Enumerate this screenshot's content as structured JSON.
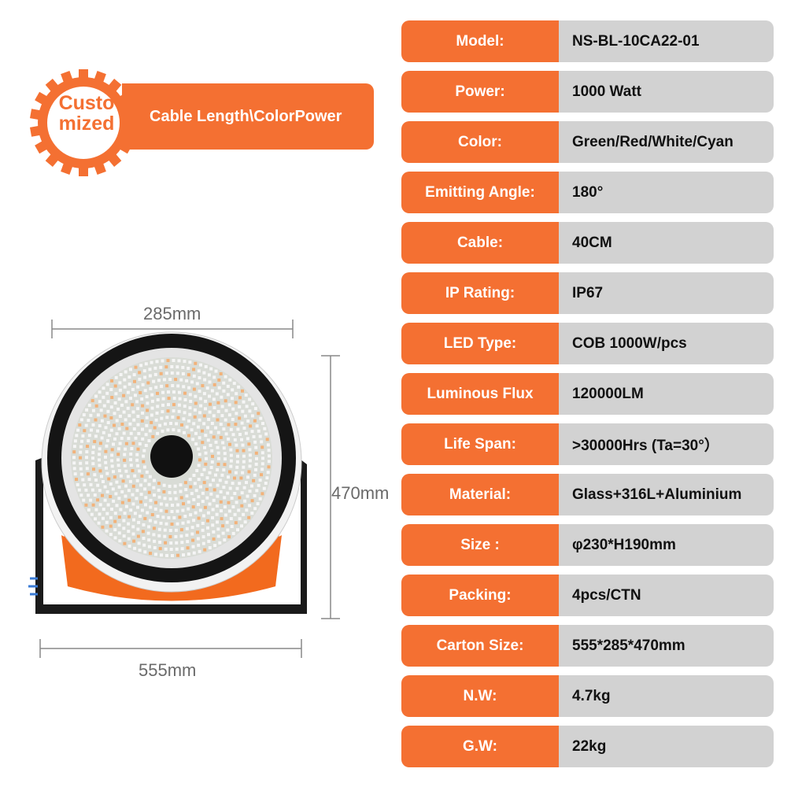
{
  "badge": {
    "line1": "Custo",
    "line2": "mized",
    "banner": "Cable Length\\ColorPower"
  },
  "dimensions": {
    "depth": "285mm",
    "height": "470mm",
    "width": "555mm"
  },
  "specs": [
    {
      "label": "Model:",
      "value": "NS-BL-10CA22-01"
    },
    {
      "label": "Power:",
      "value": "1000 Watt"
    },
    {
      "label": "Color:",
      "value": "Green/Red/White/Cyan"
    },
    {
      "label": "Emitting Angle:",
      "value": "180°"
    },
    {
      "label": "Cable:",
      "value": "40CM"
    },
    {
      "label": "IP Rating:",
      "value": "IP67"
    },
    {
      "label": "LED Type:",
      "value": "COB 1000W/pcs"
    },
    {
      "label": "Luminous Flux",
      "value": "120000LM"
    },
    {
      "label": "Life Span:",
      "value": ">30000Hrs (Ta=30°）"
    },
    {
      "label": "Material:",
      "value": "Glass+316L+Aluminium"
    },
    {
      "label": "Size :",
      "value": "φ230*H190mm"
    },
    {
      "label": "Packing:",
      "value": "4pcs/CTN"
    },
    {
      "label": "Carton Size:",
      "value": "555*285*470mm"
    },
    {
      "label": "N.W:",
      "value": "4.7kg"
    },
    {
      "label": "G.W:",
      "value": "22kg"
    }
  ],
  "colors": {
    "accent": "#f47032",
    "cell": "#d2d2d2"
  }
}
